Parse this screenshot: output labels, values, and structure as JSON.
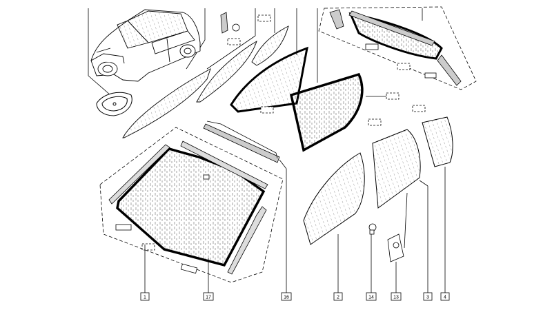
{
  "diagram": {
    "callouts": [
      {
        "id": "c1",
        "label": "1"
      },
      {
        "id": "c17",
        "label": "17"
      },
      {
        "id": "c16",
        "label": "16"
      },
      {
        "id": "c2",
        "label": "2"
      },
      {
        "id": "c14",
        "label": "14"
      },
      {
        "id": "c13",
        "label": "13"
      },
      {
        "id": "c3",
        "label": "3"
      },
      {
        "id": "c4",
        "label": "4"
      }
    ],
    "parts": [
      {
        "id": "windscreen",
        "name": "windscreen-glass"
      },
      {
        "id": "windscreen-seal",
        "name": "windscreen-seal"
      },
      {
        "id": "front-door-glass",
        "name": "front-door-glass"
      },
      {
        "id": "rear-door-glass",
        "name": "rear-door-glass"
      },
      {
        "id": "quarter-glass",
        "name": "quarter-glass"
      },
      {
        "id": "rear-window",
        "name": "rear-window-glass"
      },
      {
        "id": "car",
        "name": "car-illustration"
      }
    ]
  }
}
